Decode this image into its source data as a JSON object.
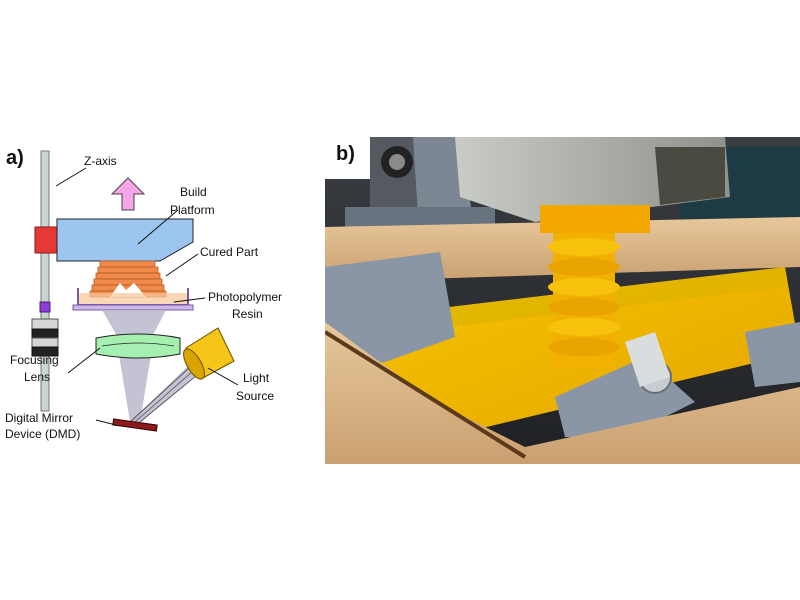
{
  "panel_a": {
    "label": "a)",
    "annotations": {
      "z_axis": "Z-axis",
      "build_platform_1": "Build",
      "build_platform_2": "Platform",
      "cured_part": "Cured Part",
      "resin_1": "Photopolymer",
      "resin_2": "Resin",
      "focusing_lens_1": "Focusing",
      "focusing_lens_2": "Lens",
      "light_source_1": "Light",
      "light_source_2": "Source",
      "dmd_1": "Digital Mirror",
      "dmd_2": "Device (DMD)"
    },
    "colors": {
      "platform": "#9cc5f0",
      "carriage": "#e53935",
      "arrow": "#f4a6e6",
      "cured_part": "#f08a4b",
      "resin_vat": "#cdb8ea",
      "lens": "#a5f0b0",
      "light_source": "#f5c518",
      "dmd": "#8b1a1a",
      "beam": "#b9b9cc"
    }
  },
  "panel_b": {
    "label": "b)",
    "photo_description_icon": "printer-photo"
  }
}
